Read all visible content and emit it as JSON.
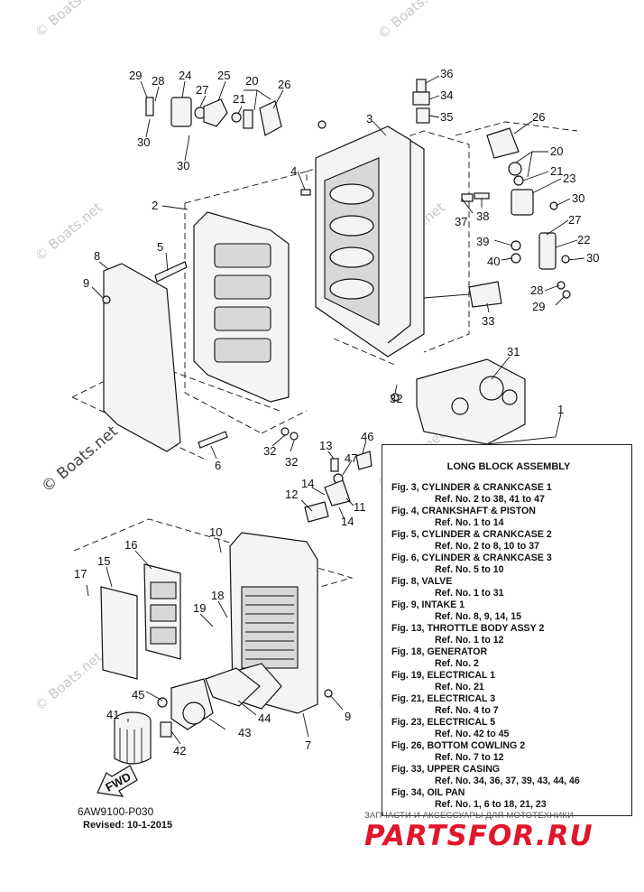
{
  "callouts": [
    {
      "id": "c29a",
      "text": "29"
    },
    {
      "id": "c28a",
      "text": "28"
    },
    {
      "id": "c24",
      "text": "24"
    },
    {
      "id": "c27a",
      "text": "27"
    },
    {
      "id": "c25",
      "text": "25"
    },
    {
      "id": "c20a",
      "text": "20"
    },
    {
      "id": "c21a",
      "text": "21"
    },
    {
      "id": "c26a",
      "text": "26"
    },
    {
      "id": "c30a",
      "text": "30"
    },
    {
      "id": "c30b",
      "text": "30"
    },
    {
      "id": "c36",
      "text": "36"
    },
    {
      "id": "c34",
      "text": "34"
    },
    {
      "id": "c35",
      "text": "35"
    },
    {
      "id": "c3",
      "text": "3"
    },
    {
      "id": "c26b",
      "text": "26"
    },
    {
      "id": "c20b",
      "text": "20"
    },
    {
      "id": "c21b",
      "text": "21"
    },
    {
      "id": "c23",
      "text": "23"
    },
    {
      "id": "c30c",
      "text": "30"
    },
    {
      "id": "c27b",
      "text": "27"
    },
    {
      "id": "c22",
      "text": "22"
    },
    {
      "id": "c30d",
      "text": "30"
    },
    {
      "id": "c37",
      "text": "37"
    },
    {
      "id": "c38",
      "text": "38"
    },
    {
      "id": "c39",
      "text": "39"
    },
    {
      "id": "c40",
      "text": "40"
    },
    {
      "id": "c28b",
      "text": "28"
    },
    {
      "id": "c29b",
      "text": "29"
    },
    {
      "id": "c33",
      "text": "33"
    },
    {
      "id": "c4",
      "text": "4"
    },
    {
      "id": "c2",
      "text": "2"
    },
    {
      "id": "c5",
      "text": "5"
    },
    {
      "id": "c8",
      "text": "8"
    },
    {
      "id": "c9a",
      "text": "9"
    },
    {
      "id": "c31",
      "text": "31"
    },
    {
      "id": "c1",
      "text": "1"
    },
    {
      "id": "c32a",
      "text": "32"
    },
    {
      "id": "c32b",
      "text": "32"
    },
    {
      "id": "c32c",
      "text": "32"
    },
    {
      "id": "c6",
      "text": "6"
    },
    {
      "id": "c13",
      "text": "13"
    },
    {
      "id": "c46",
      "text": "46"
    },
    {
      "id": "c47",
      "text": "47"
    },
    {
      "id": "c14a",
      "text": "14"
    },
    {
      "id": "c12",
      "text": "12"
    },
    {
      "id": "c11",
      "text": "11"
    },
    {
      "id": "c14b",
      "text": "14"
    },
    {
      "id": "c10",
      "text": "10"
    },
    {
      "id": "c16",
      "text": "16"
    },
    {
      "id": "c15",
      "text": "15"
    },
    {
      "id": "c17",
      "text": "17"
    },
    {
      "id": "c18",
      "text": "18"
    },
    {
      "id": "c19",
      "text": "19"
    },
    {
      "id": "c45",
      "text": "45"
    },
    {
      "id": "c41",
      "text": "41"
    },
    {
      "id": "c44",
      "text": "44"
    },
    {
      "id": "c43",
      "text": "43"
    },
    {
      "id": "c42",
      "text": "42"
    },
    {
      "id": "c7",
      "text": "7"
    },
    {
      "id": "c9b",
      "text": "9"
    }
  ],
  "legend": {
    "title": "LONG BLOCK ASSEMBLY",
    "entries": [
      {
        "fig": "Fig. 3, CYLINDER & CRANKCASE 1",
        "ref": "Ref. No. 2 to 38, 41 to 47"
      },
      {
        "fig": "Fig. 4, CRANKSHAFT & PISTON",
        "ref": "Ref. No. 1 to 14"
      },
      {
        "fig": "Fig. 5, CYLINDER & CRANKCASE 2",
        "ref": "Ref. No. 2 to 8, 10 to 37"
      },
      {
        "fig": "Fig. 6, CYLINDER & CRANKCASE 3",
        "ref": "Ref. No. 5 to 10"
      },
      {
        "fig": "Fig. 8, VALVE",
        "ref": "Ref. No. 1 to 31"
      },
      {
        "fig": "Fig. 9, INTAKE 1",
        "ref": "Ref. No. 8, 9, 14, 15"
      },
      {
        "fig": "Fig. 13, THROTTLE BODY ASSY 2",
        "ref": "Ref. No. 1 to 12"
      },
      {
        "fig": "Fig. 18, GENERATOR",
        "ref": "Ref. No. 2"
      },
      {
        "fig": "Fig. 19, ELECTRICAL 1",
        "ref": "Ref. No. 21"
      },
      {
        "fig": "Fig. 21, ELECTRICAL 3",
        "ref": "Ref. No. 4 to 7"
      },
      {
        "fig": "Fig. 23, ELECTRICAL 5",
        "ref": "Ref. No. 42 to 45"
      },
      {
        "fig": "Fig. 26, BOTTOM COWLING 2",
        "ref": "Ref. No. 7 to 12"
      },
      {
        "fig": "Fig. 33, UPPER CASING",
        "ref": "Ref. No. 34, 36, 37, 39, 43, 44, 46"
      },
      {
        "fig": "Fig. 34, OIL PAN",
        "ref": "Ref. No. 1, 6 to 18, 21, 23"
      }
    ]
  },
  "fwd_label": "FWD",
  "footer": {
    "code": "6AW9100-P030",
    "revised": "Revised: 10-1-2015"
  },
  "watermark": "© Boats.net",
  "brand": {
    "tagline": "ЗАПЧАСТИ И АКСЕССУАРЫ ДЛЯ МОТОТЕХНИКИ",
    "logo": "PARTSFOR.RU",
    "color": "#e0162b"
  }
}
